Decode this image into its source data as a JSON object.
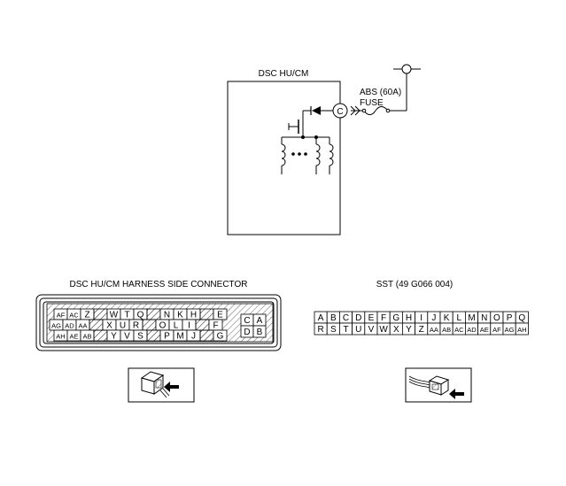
{
  "schematic": {
    "module_label": "DSC   HU/CM",
    "fuse_label_line1": "ABS (60A)",
    "fuse_label_line2": "FUSE",
    "terminal": "C"
  },
  "harness_connector": {
    "title": "DSC HU/CM HARNESS SIDE CONNECTOR",
    "row1": [
      "AF",
      "AC",
      "Z",
      "",
      "W",
      "T",
      "Q",
      "",
      "N",
      "K",
      "H",
      "",
      "E"
    ],
    "row2": [
      "AG",
      "AD",
      "AA",
      "",
      "X",
      "U",
      "R",
      "",
      "O",
      "L",
      "I",
      "",
      "F"
    ],
    "row3": [
      "AH",
      "AE",
      "AB",
      "",
      "Y",
      "V",
      "S",
      "",
      "P",
      "M",
      "J",
      "",
      "G"
    ],
    "right_block": [
      [
        "C",
        "A"
      ],
      [
        "D",
        "B"
      ]
    ]
  },
  "sst_connector": {
    "title": "SST (49 G066 004)",
    "row1": [
      "A",
      "B",
      "C",
      "D",
      "E",
      "F",
      "G",
      "H",
      "I",
      "J",
      "K",
      "L",
      "M",
      "N",
      "O",
      "P",
      "Q"
    ],
    "row2": [
      "R",
      "S",
      "T",
      "U",
      "V",
      "W",
      "X",
      "Y",
      "Z",
      "AA",
      "AB",
      "AC",
      "AD",
      "AE",
      "AF",
      "AG",
      "AH"
    ]
  }
}
